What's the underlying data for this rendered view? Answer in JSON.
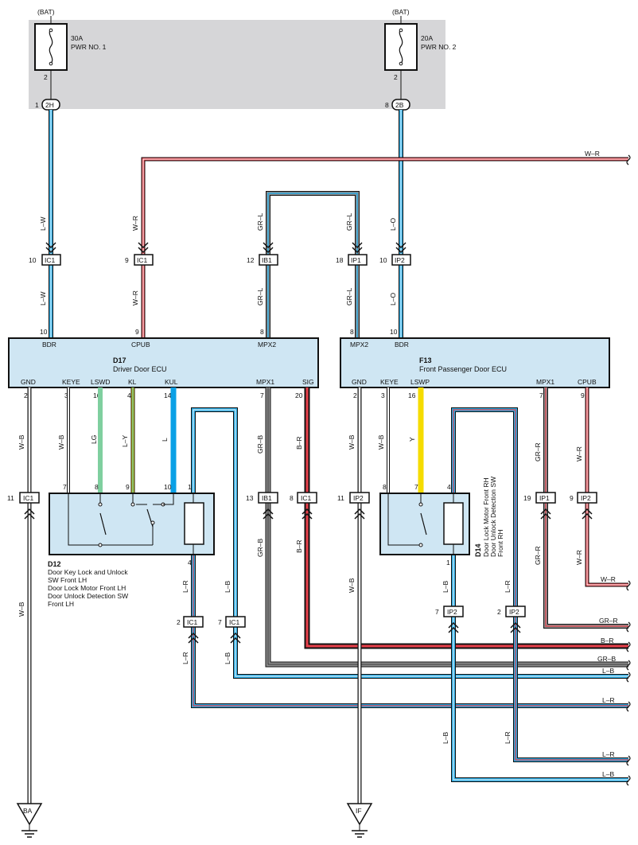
{
  "power": {
    "bat1": "(BAT)",
    "bat2": "(BAT)",
    "fuse1_amp": "30A",
    "fuse1_name": "PWR NO. 1",
    "fuse2_amp": "20A",
    "fuse2_name": "PWR NO. 2",
    "pin1": "2",
    "pin2": "2",
    "conn1": "2H",
    "conn1_pin": "1",
    "conn2": "2B",
    "conn2_pin": "8"
  },
  "wires": {
    "l_w": "L–W",
    "w_r": "W–R",
    "gr_l": "GR–L",
    "l_o": "L–O",
    "w_b": "W–B",
    "lg": "LG",
    "l_y": "L–Y",
    "l": "L",
    "gr_b": "GR–B",
    "b_r": "B–R",
    "l_r": "L–R",
    "l_b": "L–B",
    "y": "Y",
    "gr_r": "GR–R"
  },
  "connectors": {
    "ic1": "IC1",
    "ib1": "IB1",
    "ip1": "IP1",
    "ip2": "IP2"
  },
  "pins": {
    "p10": "10",
    "p9": "9",
    "p12": "12",
    "p18": "18",
    "p8": "8",
    "p11": "11",
    "p13": "13",
    "p19": "19",
    "p2": "2",
    "p7": "7",
    "p3": "3",
    "p16": "16",
    "p4": "4",
    "p14": "14",
    "p20": "20",
    "p1": "1"
  },
  "d17": {
    "id": "D17",
    "name": "Driver Door ECU",
    "top": [
      "BDR",
      "CPUB",
      "MPX2"
    ],
    "bottom": [
      "GND",
      "KEYE",
      "LSWD",
      "KL",
      "KUL",
      "MPX1",
      "SIG"
    ]
  },
  "f13": {
    "id": "F13",
    "name": "Front Passenger Door ECU",
    "top": [
      "MPX2",
      "BDR"
    ],
    "bottom": [
      "GND",
      "KEYE",
      "LSWP",
      "MPX1",
      "CPUB"
    ]
  },
  "d12": {
    "id": "D12",
    "lines": [
      "Door Key Lock and Unlock",
      "SW Front LH",
      "Door Lock Motor Front LH",
      "Door Unlock Detection SW",
      "Front LH"
    ]
  },
  "d14": {
    "id": "D14",
    "lines": [
      "Door Lock Motor Front RH",
      "Door Unlock Detection SW",
      "Front RH"
    ]
  },
  "grounds": {
    "g1": "BA",
    "g2": "IF"
  }
}
